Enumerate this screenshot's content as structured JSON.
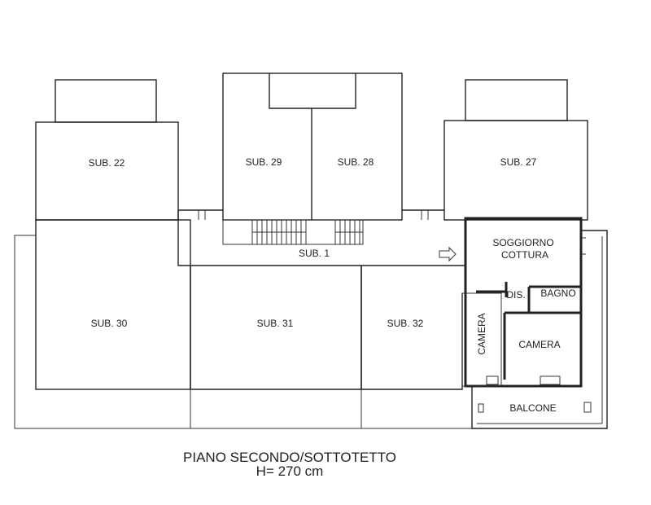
{
  "rooms": {
    "sub22": "SUB. 22",
    "sub29": "SUB. 29",
    "sub28": "SUB. 28",
    "sub27": "SUB. 27",
    "sub1": "SUB. 1",
    "sub30": "SUB. 30",
    "sub31": "SUB. 31",
    "sub32": "SUB. 32",
    "soggiorno": "SOGGIORNO",
    "cottura": "COTTURA",
    "dis": "DIS.",
    "bagno": "BAGNO",
    "camera_vertical": "CAMERA",
    "camera": "CAMERA",
    "balcone": "BALCONE"
  },
  "caption": {
    "title": "PIANO SECONDO/SOTTOTETTO",
    "height": "H= 270 cm"
  }
}
